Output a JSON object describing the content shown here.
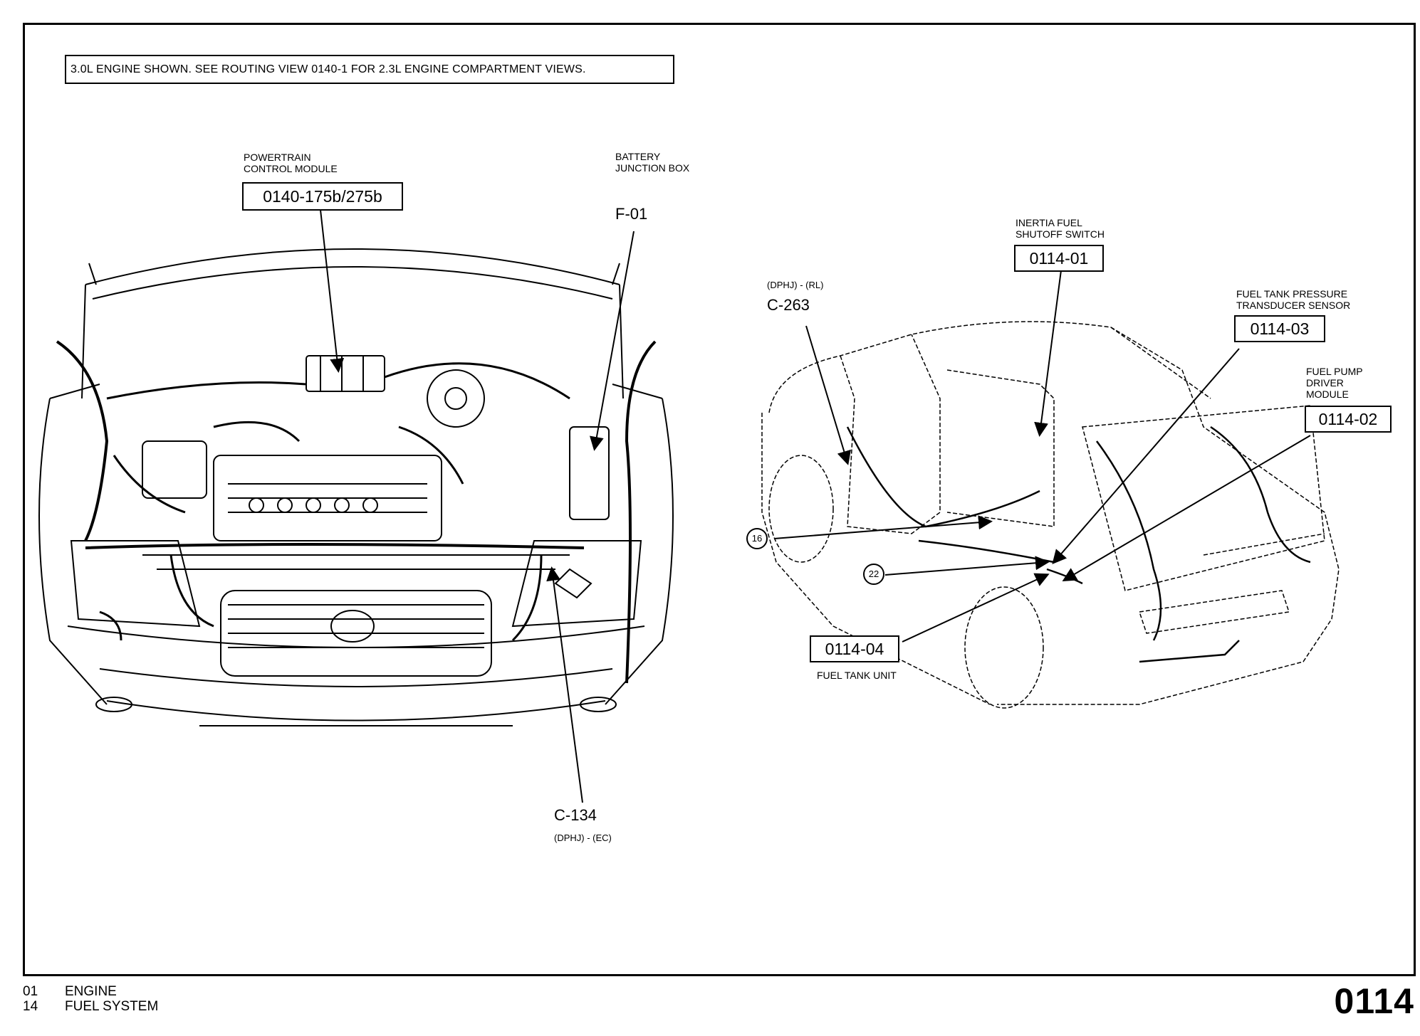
{
  "note": "3.0L ENGINE SHOWN. SEE ROUTING VIEW  0140-1 FOR 2.3L ENGINE COMPARTMENT VIEWS.",
  "engine_labels": {
    "pcm_title": "POWERTRAIN\nCONTROL MODULE",
    "pcm_ref": "0140-175b/275b",
    "bjb_title": "BATTERY\nJUNCTION BOX",
    "bjb_ref": "F-01",
    "c134_ref": "C-134",
    "c134_sub": "(DPHJ) - (EC)"
  },
  "rear_labels": {
    "c263_sub": "(DPHJ) - (RL)",
    "c263_ref": "C-263",
    "inertia_title": "INERTIA FUEL\nSHUTOFF SWITCH",
    "inertia_ref": "0114-01",
    "ftps_title": "FUEL TANK PRESSURE\nTRANSDUCER SENSOR",
    "ftps_ref": "0114-03",
    "fpdm_title": "FUEL PUMP\nDRIVER\nMODULE",
    "fpdm_ref": "0114-02",
    "ftu_ref": "0114-04",
    "ftu_title": "FUEL TANK UNIT",
    "circle_16": "16",
    "circle_22": "22"
  },
  "footer": {
    "line1_num": "01",
    "line1_text": "ENGINE",
    "line2_num": "14",
    "line2_text": "FUEL SYSTEM",
    "page": "0114"
  }
}
